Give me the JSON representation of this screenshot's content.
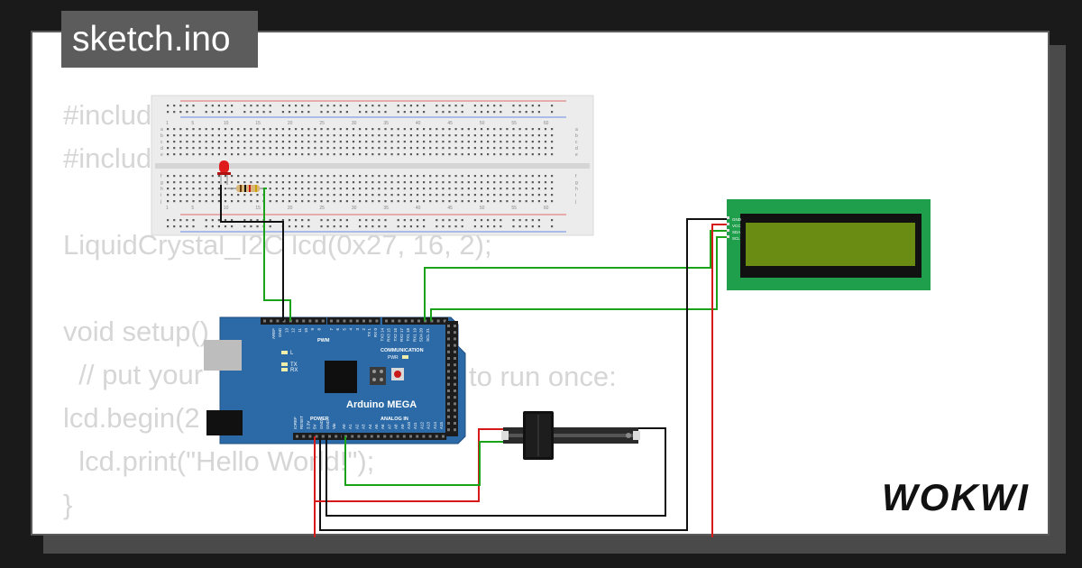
{
  "tab": {
    "title": "sketch.ino"
  },
  "code_lines": [
    "#include",
    "#include",
    "",
    "LiquidCrystal_I2C lcd(0x27, 16, 2);",
    "",
    "void setup()",
    "  // put your",
    "lcd.begin(2",
    "  lcd.print(\"Hello World!\");",
    "}"
  ],
  "code_fragments": {
    "setup_comment_tail": "to run once:"
  },
  "board": {
    "name": "Arduino MEGA",
    "pwm_label": "PWM",
    "communication_label": "COMMUNICATION",
    "power_label": "POWER",
    "analog_label": "ANALOG IN",
    "pwr_label": "PWR",
    "led_l": "L",
    "led_tx": "TX",
    "led_rx": "RX",
    "top_left_pins": [
      "AREF",
      "GND",
      "13",
      "12",
      "11",
      "10",
      "9",
      "8"
    ],
    "top_pwm_pins": [
      "7",
      "6",
      "5",
      "4",
      "3",
      "2"
    ],
    "comm_pins": [
      "TX 1",
      "RX 0",
      "TX3 14",
      "RX3 15",
      "TX2 16",
      "RX2 17",
      "TX1 18",
      "RX1 19",
      "SDA 20",
      "SCL 21"
    ],
    "power_pins": [
      "IOREF",
      "RESET",
      "3.3V",
      "5V",
      "GND",
      "GND",
      "Vin"
    ],
    "analog_pins": [
      "A0",
      "A1",
      "A2",
      "A3",
      "A4",
      "A5",
      "A6",
      "A7",
      "A8",
      "A9",
      "A10",
      "A11",
      "A12",
      "A13",
      "A14",
      "A15"
    ]
  },
  "breadboard": {
    "column_numbers": [
      "1",
      "5",
      "10",
      "15",
      "20",
      "25",
      "30",
      "35",
      "40",
      "45",
      "50",
      "55",
      "60"
    ],
    "rows_top": [
      "a",
      "b",
      "c",
      "d",
      "e"
    ],
    "rows_bottom": [
      "f",
      "g",
      "h",
      "i",
      "j"
    ]
  },
  "lcd": {
    "pins": [
      "GND",
      "VCC",
      "SDA",
      "SCL"
    ]
  },
  "colors": {
    "wire_green": "#1aa31a",
    "wire_black": "#111111",
    "wire_red": "#d61a1a",
    "board_blue": "#2b6aa6",
    "lcd_green": "#1f9e4b",
    "lcd_screen": "#6b8c12"
  },
  "brand": {
    "logo_text": "WOKWI"
  }
}
